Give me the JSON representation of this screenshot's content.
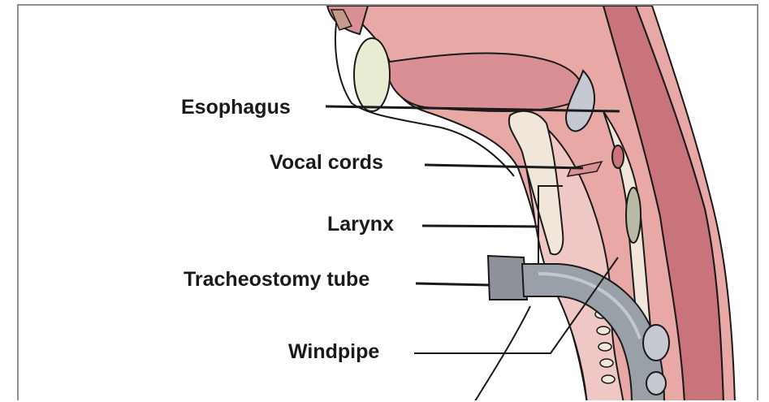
{
  "diagram": {
    "labels": {
      "esophagus": "Esophagus",
      "vocal_cords": "Vocal cords",
      "larynx": "Larynx",
      "tracheostomy_tube": "Tracheostomy tube",
      "windpipe": "Windpipe"
    },
    "colors": {
      "tissue_pink": "#e7a8a6",
      "inner_pink": "#efc7c4",
      "deep_red": "#c9737a",
      "tube_gray": "#9aa0a8",
      "cartilage_beige": "#f1e6da",
      "tongue_tip_green": "#e9ecd2",
      "outline": "#1a1a1a"
    }
  }
}
